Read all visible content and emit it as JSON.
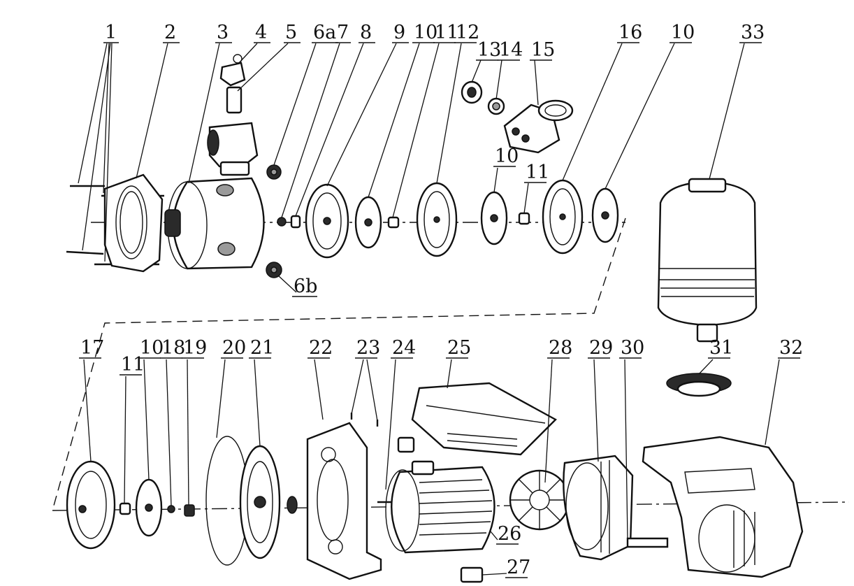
{
  "callouts": [
    "1",
    "2",
    "3",
    "4",
    "5",
    "6a",
    "7",
    "8",
    "9",
    "10",
    "11",
    "12",
    "13",
    "14",
    "15",
    "16",
    "10",
    "33",
    "10",
    "11",
    "6b",
    "17",
    "11",
    "10",
    "18",
    "19",
    "20",
    "21",
    "22",
    "23",
    "24",
    "25",
    "28",
    "29",
    "30",
    "31",
    "32",
    "26",
    "27"
  ],
  "colors": {
    "line": "#111111",
    "background": "#ffffff",
    "shade": "#2a2a2a"
  }
}
